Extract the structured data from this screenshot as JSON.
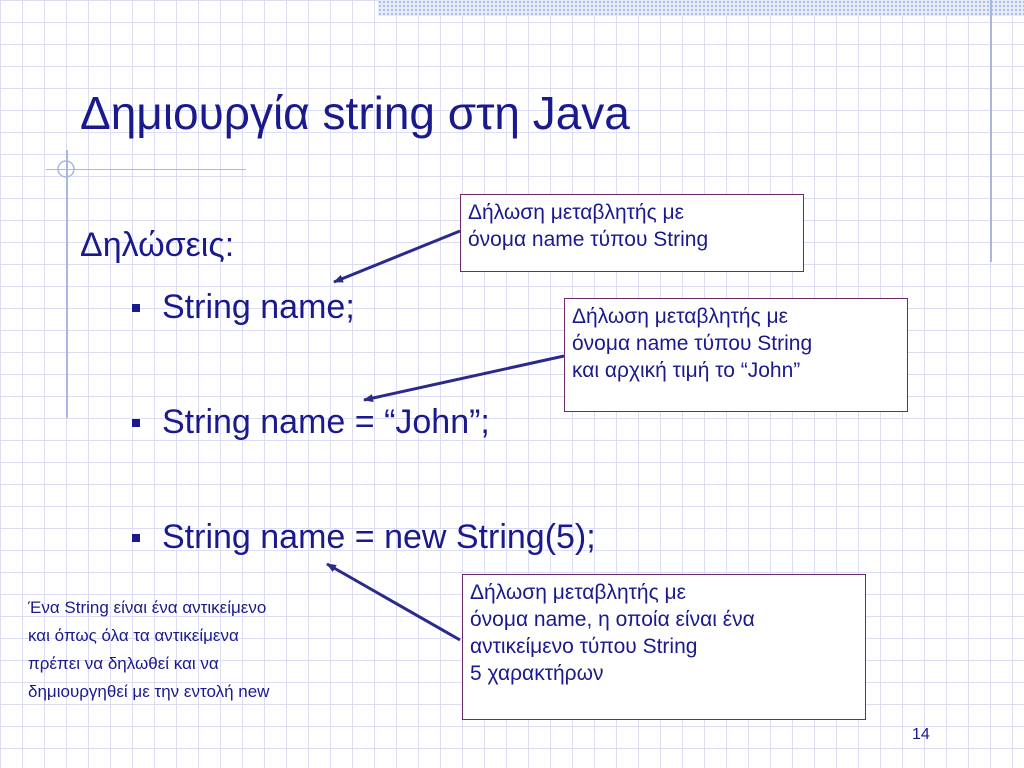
{
  "slide": {
    "title": "Δημιουργία string στη Java",
    "heading": "Δηλώσεις:",
    "bullets": [
      "String name;",
      "String name = “John”;",
      "String name = new String(5);"
    ],
    "callouts": [
      {
        "lines": [
          "Δήλωση μεταβλητής με",
          "όνομα name τύπου String"
        ]
      },
      {
        "lines": [
          "Δήλωση μεταβλητής με",
          "όνομα name τύπου String",
          "και αρχική τιμή το “John”"
        ]
      },
      {
        "lines": [
          "Δήλωση μεταβλητής με",
          "όνομα name, η οποία είναι ένα",
          "αντικείμενο τύπου String",
          "5 χαρακτήρων"
        ]
      }
    ],
    "side_note": {
      "lines": [
        "Ένα String είναι ένα αντικείμενο",
        "και όπως όλα τα αντικείμενα",
        "πρέπει να δηλωθεί και να",
        "δημιουργηθεί με την εντολή new"
      ]
    },
    "page_number": "14"
  },
  "colors": {
    "text": "#1a1a8c",
    "callout_border": "#6b2a6b",
    "grid": "#dcdcf2",
    "accent_rule": "#a7b7e0"
  }
}
